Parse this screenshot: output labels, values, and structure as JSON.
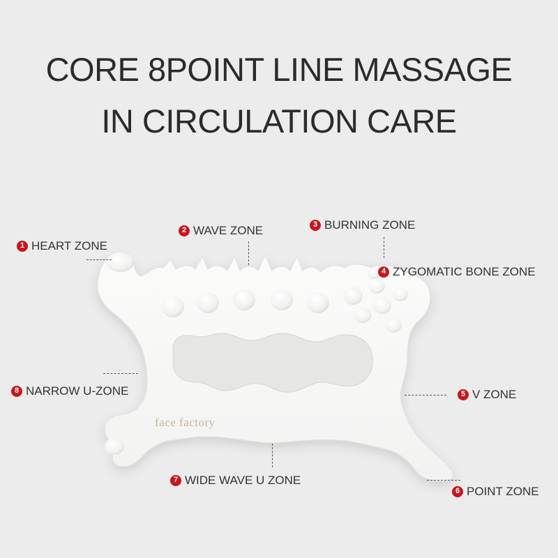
{
  "title": {
    "line1": "CORE 8POINT LINE MASSAGE",
    "line2": "IN CIRCULATION CARE"
  },
  "brand_text": "face factory",
  "zones": [
    {
      "number": "1",
      "label": "HEART ZONE"
    },
    {
      "number": "2",
      "label": "WAVE ZONE"
    },
    {
      "number": "3",
      "label": "BURNING ZONE"
    },
    {
      "number": "4",
      "label": "ZYGOMATIC BONE ZONE"
    },
    {
      "number": "5",
      "label": "V ZONE"
    },
    {
      "number": "6",
      "label": "POINT ZONE"
    },
    {
      "number": "7",
      "label": "WIDE WAVE U ZONE"
    },
    {
      "number": "8",
      "label": "NARROW U-ZONE"
    }
  ],
  "colors": {
    "background": "#edecec",
    "number_badge": "#c8161e",
    "tool": "#ffffff"
  }
}
